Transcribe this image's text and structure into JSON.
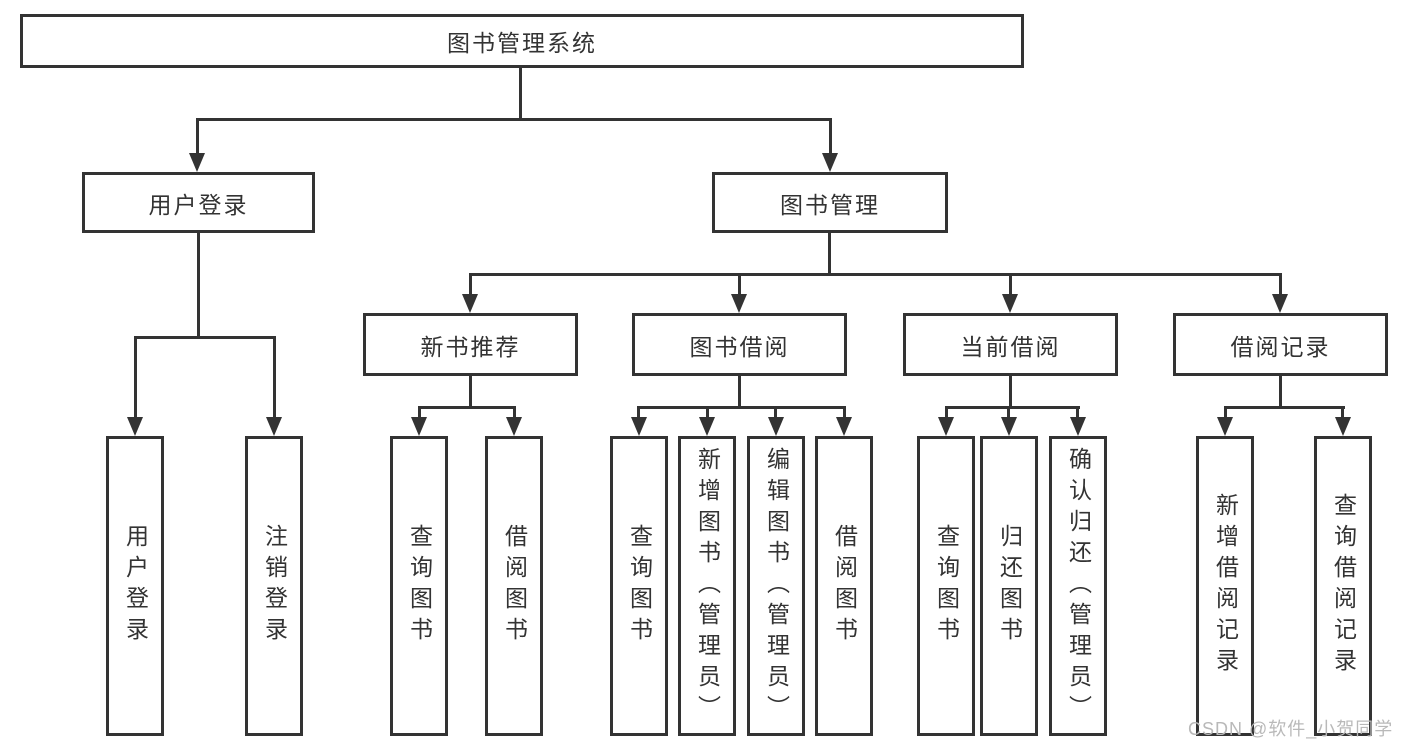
{
  "root": {
    "label": "图书管理系统"
  },
  "level2": {
    "user_login": {
      "label": "用户登录"
    },
    "book_mgmt": {
      "label": "图书管理"
    }
  },
  "level3": {
    "new_books": {
      "label": "新书推荐"
    },
    "book_borrow": {
      "label": "图书借阅"
    },
    "current_borrow": {
      "label": "当前借阅"
    },
    "borrow_records": {
      "label": "借阅记录"
    }
  },
  "leaves": {
    "user_login": [
      "用户登录",
      "注销登录"
    ],
    "new_books": [
      "查询图书",
      "借阅图书"
    ],
    "book_borrow": [
      "查询图书",
      "新增图书（管理员）",
      "编辑图书（管理员）",
      "借阅图书"
    ],
    "current_borrow": [
      "查询图书",
      "归还图书",
      "确认归还（管理员）"
    ],
    "borrow_records": [
      "新增借阅记录",
      "查询借阅记录"
    ]
  },
  "watermark": "CSDN @软件_小贺同学",
  "colors": {
    "line": "#333333",
    "box_border": "#333333",
    "text": "#333333",
    "watermark": "#b9b9b9",
    "background": "#ffffff"
  }
}
